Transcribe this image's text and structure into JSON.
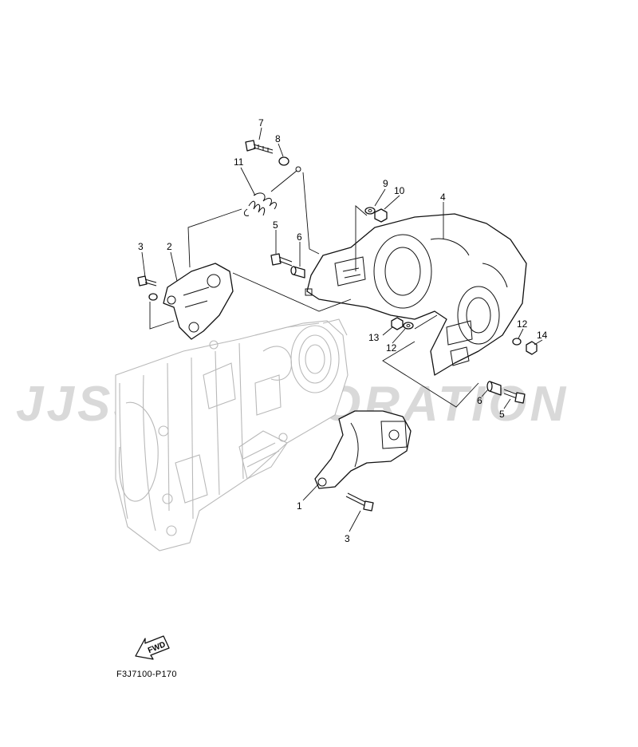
{
  "diagram": {
    "reference_code": "F3J7100-P170",
    "watermark": "JJSS CORPORATION",
    "fwd_label": "FWD",
    "callouts": [
      {
        "id": "c7",
        "text": "7"
      },
      {
        "id": "c8",
        "text": "8"
      },
      {
        "id": "c11",
        "text": "11"
      },
      {
        "id": "c9",
        "text": "9"
      },
      {
        "id": "c10",
        "text": "10"
      },
      {
        "id": "c4",
        "text": "4"
      },
      {
        "id": "c5a",
        "text": "5"
      },
      {
        "id": "c6a",
        "text": "6"
      },
      {
        "id": "c3a",
        "text": "3"
      },
      {
        "id": "c2",
        "text": "2"
      },
      {
        "id": "c13",
        "text": "13"
      },
      {
        "id": "c12a",
        "text": "12"
      },
      {
        "id": "c12b",
        "text": "12"
      },
      {
        "id": "c14",
        "text": "14"
      },
      {
        "id": "c6b",
        "text": "6"
      },
      {
        "id": "c5b",
        "text": "5"
      },
      {
        "id": "c1",
        "text": "1"
      },
      {
        "id": "c3b",
        "text": "3"
      }
    ]
  }
}
